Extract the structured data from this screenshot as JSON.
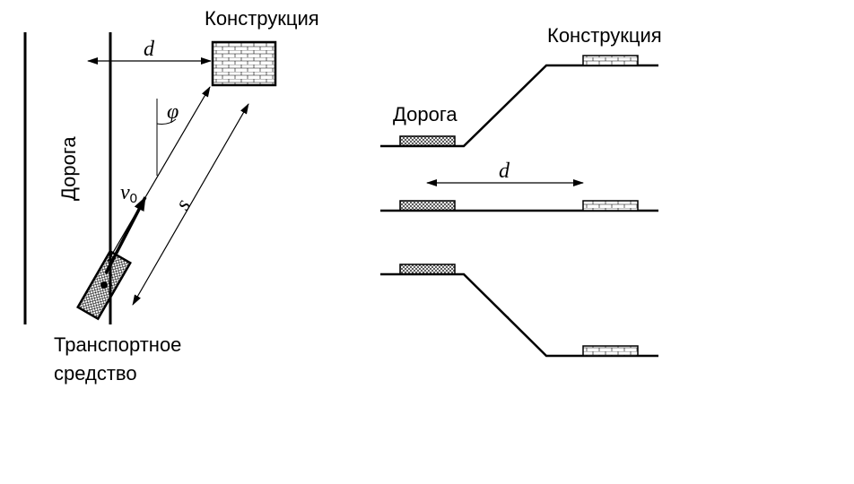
{
  "left_view": {
    "road_label": "Дорога",
    "structure_label": "Конструкция",
    "vehicle_label_line1": "Транспортное",
    "vehicle_label_line2": "средство",
    "distance_symbol": "d",
    "angle_symbol": "φ",
    "path_symbol": "s",
    "velocity_symbol": "v",
    "velocity_subscript": "0"
  },
  "right_view": {
    "structure_label": "Конструкция",
    "road_label": "Дорога",
    "distance_symbol": "d"
  }
}
